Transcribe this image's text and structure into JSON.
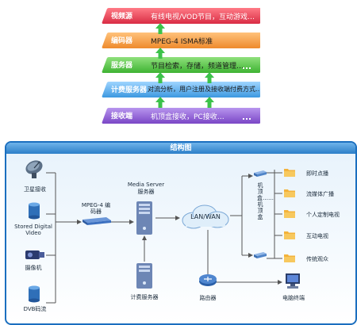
{
  "layers": [
    {
      "tag": "视频源",
      "text": "有线电视/VOD节目，互动游戏…",
      "color": "#e8475a"
    },
    {
      "tag": "编码器",
      "text": "MPEG-4 ISMA标准",
      "color": "#f0973a"
    },
    {
      "tag": "服务器",
      "text": "节目检索，存储，频道管理…",
      "color": "#4cc23e"
    },
    {
      "tag": "计费服务器",
      "text": "对流分析，用户注册及接收端付费方式…",
      "color": "#4aa7e6"
    },
    {
      "tag": "接收端",
      "text": "机顶盒接收，PC接收…",
      "color": "#8a5ad0"
    }
  ],
  "diagram": {
    "title": "结构图",
    "sources": [
      "卫星接收",
      "Stored Digital Video",
      "摄像机",
      "DVB码流"
    ],
    "encoder": "MPEG-4 编码器",
    "media_server_line1": "Media Server",
    "media_server_line2": "服务器",
    "billing_server": "计费服务器",
    "network": "LAN/WAN",
    "router": "路由器",
    "pc": "电脑终端",
    "stb_stack": "机顶盒……机顶盒",
    "services": [
      "即时点播",
      "流媒体广播",
      "个人定制电视",
      "互动电视",
      "传统观众"
    ]
  }
}
